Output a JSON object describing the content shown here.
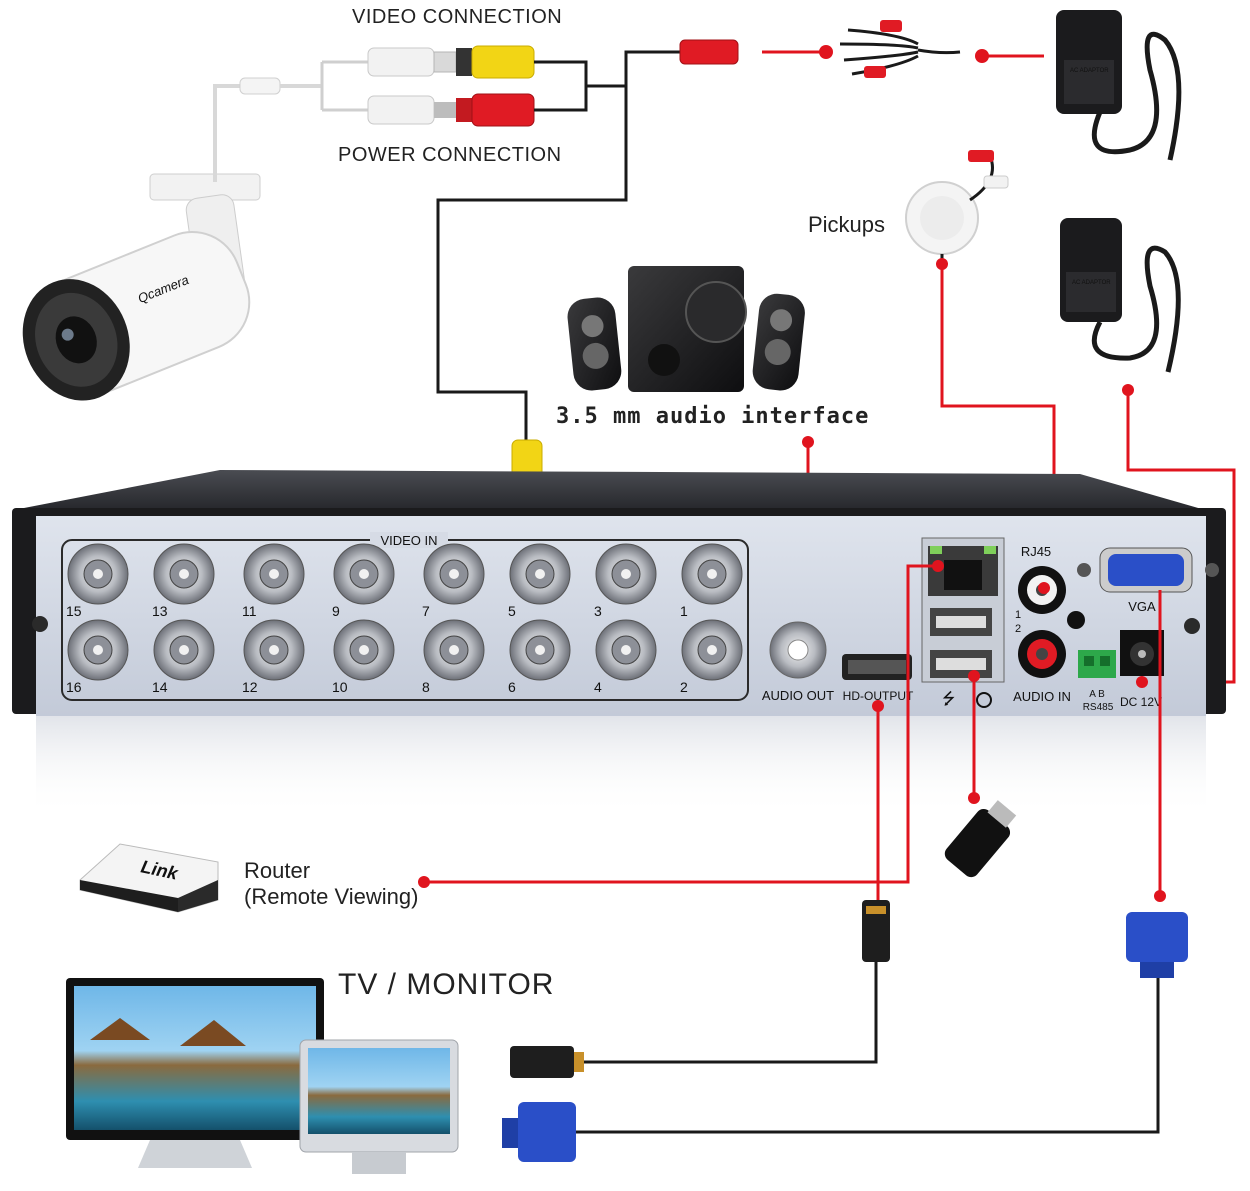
{
  "labels": {
    "video_connection": "VIDEO CONNECTION",
    "power_connection": "POWER CONNECTION",
    "pickups": "Pickups",
    "audio_interface": "3.5 mm audio interface",
    "router_line1": "Router",
    "router_line2": "(Remote Viewing)",
    "monitor": "TV / MONITOR",
    "camera_brand": "Qcamera",
    "router_brand": "Link",
    "adaptor_text": "AC ADAPTOR"
  },
  "dvr_panel": {
    "video_in": "VIDEO IN",
    "top_channels": [
      "15",
      "13",
      "11",
      "9",
      "7",
      "5",
      "3",
      "1"
    ],
    "bottom_channels": [
      "16",
      "14",
      "12",
      "10",
      "8",
      "6",
      "4",
      "2"
    ],
    "audio_out": "AUDIO OUT",
    "hd_output": "HD-OUTPUT",
    "rj45": "RJ45",
    "audio_in": "AUDIO IN",
    "vga": "VGA",
    "rs485": "RS485",
    "rs485_ab": "A  B",
    "dc12v": "DC 12V",
    "usb_nums": [
      "1",
      "2"
    ]
  },
  "colors": {
    "wire_red": "#e0141e",
    "wire_black": "#1a1a1a",
    "panel_face": "#cfd6e2",
    "chassis": "#1b1b1d",
    "vga_blue": "#2a4fc8",
    "rca_yellow": "#f2d515",
    "rca_red": "#e01b24"
  }
}
